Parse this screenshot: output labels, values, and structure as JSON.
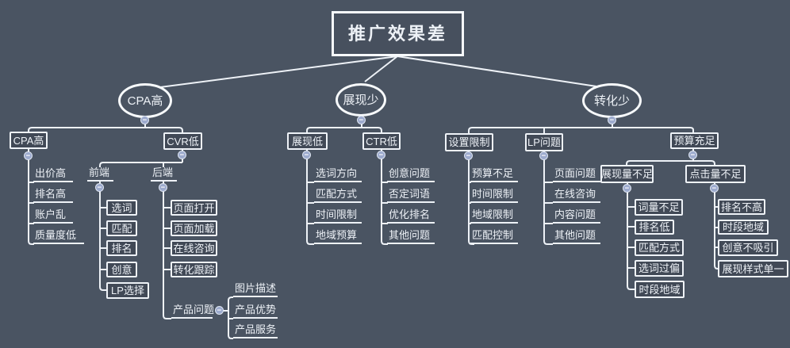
{
  "colors": {
    "background": "#4a5462",
    "line": "#eef2f7",
    "text": "#edf1f6",
    "toggle_fill": "#9dabce",
    "toggle_border": "#dde4f0"
  },
  "toggle_glyph": "−",
  "mindmap": {
    "id": "root",
    "label": "推广效果差",
    "children": [
      {
        "id": "cpa-high",
        "label": "CPA高",
        "children": [
          {
            "id": "cpa-high-box",
            "label": "CPA高",
            "children": [
              {
                "id": "bid-high",
                "label": "出价高"
              },
              {
                "id": "rank-high",
                "label": "排名高"
              },
              {
                "id": "account-messy",
                "label": "账户乱"
              },
              {
                "id": "quality-low",
                "label": "质量度低"
              }
            ]
          },
          {
            "id": "cvr-low",
            "label": "CVR低",
            "children": [
              {
                "id": "front-end",
                "label": "前端",
                "children": [
                  {
                    "id": "word-pick",
                    "label": "选词"
                  },
                  {
                    "id": "match",
                    "label": "匹配"
                  },
                  {
                    "id": "ranking",
                    "label": "排名"
                  },
                  {
                    "id": "creative",
                    "label": "创意"
                  },
                  {
                    "id": "lp-select",
                    "label": "LP选择"
                  }
                ]
              },
              {
                "id": "back-end",
                "label": "后端",
                "children": [
                  {
                    "id": "page-open",
                    "label": "页面打开"
                  },
                  {
                    "id": "page-load",
                    "label": "页面加载"
                  },
                  {
                    "id": "online-consult",
                    "label": "在线咨询"
                  },
                  {
                    "id": "conversion-track",
                    "label": "转化跟踪"
                  },
                  {
                    "id": "product-problem",
                    "label": "产品问题",
                    "children": [
                      {
                        "id": "image-desc",
                        "label": "图片描述"
                      },
                      {
                        "id": "product-advantage",
                        "label": "产品优势"
                      },
                      {
                        "id": "product-service",
                        "label": "产品服务"
                      }
                    ]
                  }
                ]
              }
            ]
          }
        ]
      },
      {
        "id": "impressions-few",
        "label": "展现少",
        "children": [
          {
            "id": "display-low",
            "label": "展现低",
            "children": [
              {
                "id": "word-direction",
                "label": "选词方向"
              },
              {
                "id": "match-method",
                "label": "匹配方式"
              },
              {
                "id": "time-limit-center",
                "label": "时间限制"
              },
              {
                "id": "region-budget",
                "label": "地域预算"
              }
            ]
          },
          {
            "id": "ctr-low",
            "label": "CTR低",
            "children": [
              {
                "id": "creative-problem",
                "label": "创意问题"
              },
              {
                "id": "negative-words",
                "label": "否定词语"
              },
              {
                "id": "optimize-ranking",
                "label": "优化排名"
              },
              {
                "id": "other-problem-center",
                "label": "其他问题"
              }
            ]
          }
        ]
      },
      {
        "id": "conversions-few",
        "label": "转化少",
        "children": [
          {
            "id": "setting-limit",
            "label": "设置限制",
            "children": [
              {
                "id": "budget-insufficient",
                "label": "预算不足"
              },
              {
                "id": "time-limit-right",
                "label": "时间限制"
              },
              {
                "id": "region-limit",
                "label": "地域限制"
              },
              {
                "id": "match-control",
                "label": "匹配控制"
              }
            ]
          },
          {
            "id": "lp-problem",
            "label": "LP问题",
            "children": [
              {
                "id": "page-problem",
                "label": "页面问题"
              },
              {
                "id": "online-consult-right",
                "label": "在线咨询"
              },
              {
                "id": "content-problem",
                "label": "内容问题"
              },
              {
                "id": "other-problem-right",
                "label": "其他问题"
              }
            ]
          },
          {
            "id": "budget-sufficient",
            "label": "预算充足",
            "children": [
              {
                "id": "impression-volume-low",
                "label": "展现量不足",
                "children": [
                  {
                    "id": "word-volume-low",
                    "label": "词量不足"
                  },
                  {
                    "id": "ranking-low",
                    "label": "排名低"
                  },
                  {
                    "id": "match-method-2",
                    "label": "匹配方式"
                  },
                  {
                    "id": "word-pick-narrow",
                    "label": "选词过偏"
                  },
                  {
                    "id": "time-region-left",
                    "label": "时段地域"
                  }
                ]
              },
              {
                "id": "click-volume-low",
                "label": "点击量不足",
                "children": [
                  {
                    "id": "ranking-not-high",
                    "label": "排名不高"
                  },
                  {
                    "id": "time-region-right",
                    "label": "时段地域"
                  },
                  {
                    "id": "creative-unattractive",
                    "label": "创意不吸引"
                  },
                  {
                    "id": "display-style-single",
                    "label": "展现样式单一"
                  }
                ]
              }
            ]
          }
        ]
      }
    ]
  }
}
